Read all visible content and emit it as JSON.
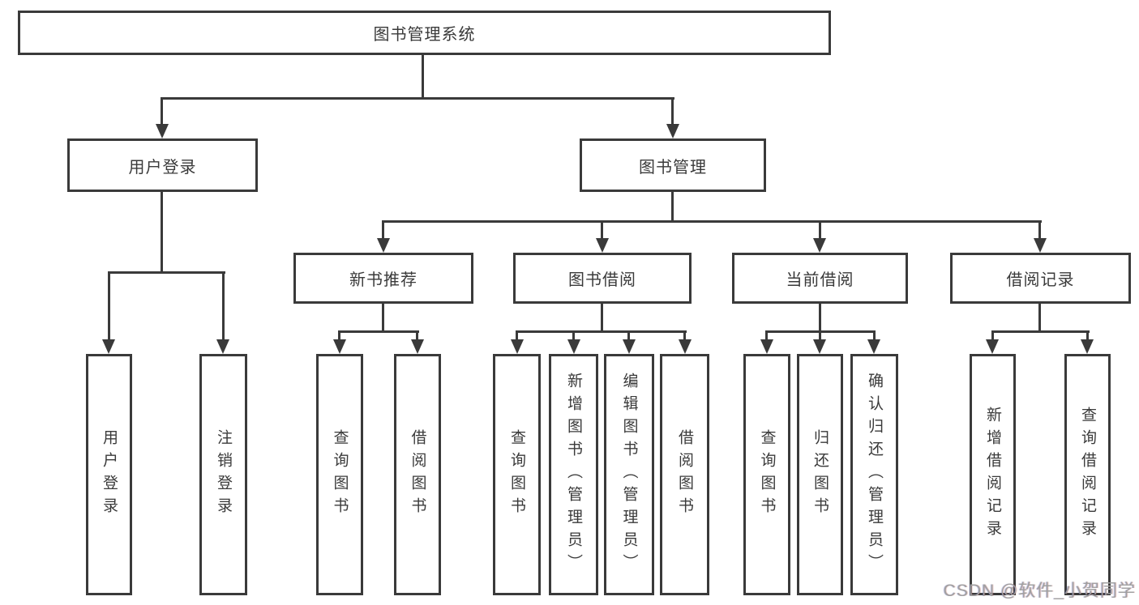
{
  "diagram": {
    "root": "图书管理系统",
    "user": {
      "label": "用户登录",
      "children": [
        "用户登录",
        "注销登录"
      ]
    },
    "mgmt": {
      "label": "图书管理",
      "sections": [
        {
          "label": "新书推荐",
          "children": [
            "查询图书",
            "借阅图书"
          ]
        },
        {
          "label": "图书借阅",
          "children": [
            "查询图书",
            "新增图书（管理员）",
            "编辑图书（管理员）",
            "借阅图书"
          ]
        },
        {
          "label": "当前借阅",
          "children": [
            "查询图书",
            "归还图书",
            "确认归还（管理员）"
          ]
        },
        {
          "label": "借阅记录",
          "children": [
            "新增借阅记录",
            "查询借阅记录"
          ]
        }
      ]
    }
  },
  "watermark": "CSDN @软件_小贺同学",
  "colors": {
    "line": "#3a3a3a",
    "text": "#3a3a3a",
    "watermark": "#a0a0a0"
  }
}
